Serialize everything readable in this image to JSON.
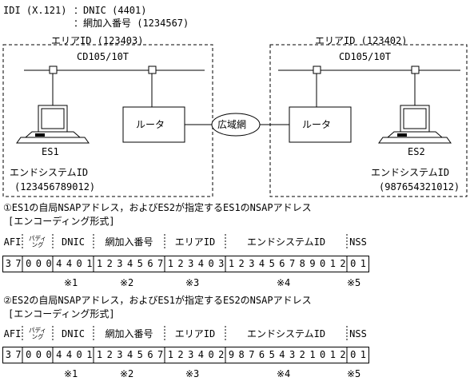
{
  "idi": {
    "label": "IDI (X.121)",
    "dnic_line": "：DNIC (4401)",
    "sub_line": "：網加入番号 (1234567)"
  },
  "left_area": {
    "title": "エリアID (123403)",
    "cable": "CD105/10T",
    "router": "ルータ",
    "host": "ES1",
    "es_label": "エンドシステムID",
    "es_value": "(123456789012)"
  },
  "right_area": {
    "title": "エリアID (123402)",
    "cable": "CD105/10T",
    "router": "ルータ",
    "host": "ES2",
    "es_label": "エンドシステムID",
    "es_value": "(987654321012)"
  },
  "wan": "広域網",
  "section1": {
    "heading": "①ES1の自局NSAPアドレス，およびES2が指定するES1のNSAPアドレス",
    "format": "[エンコーディング形式]",
    "digits": [
      "3",
      "7",
      "0",
      "0",
      "0",
      "4",
      "4",
      "0",
      "1",
      "1",
      "2",
      "3",
      "4",
      "5",
      "6",
      "7",
      "1",
      "2",
      "3",
      "4",
      "0",
      "3",
      "1",
      "2",
      "3",
      "4",
      "5",
      "6",
      "7",
      "8",
      "9",
      "0",
      "1",
      "2",
      "0",
      "1"
    ]
  },
  "section2": {
    "heading": "②ES2の自局NSAPアドレス，およびES1が指定するES2のNSAPアドレス",
    "format": "[エンコーディング形式]",
    "digits": [
      "3",
      "7",
      "0",
      "0",
      "0",
      "4",
      "4",
      "0",
      "1",
      "1",
      "2",
      "3",
      "4",
      "5",
      "6",
      "7",
      "1",
      "2",
      "3",
      "4",
      "0",
      "2",
      "9",
      "8",
      "7",
      "6",
      "5",
      "4",
      "3",
      "2",
      "1",
      "0",
      "1",
      "2",
      "0",
      "1"
    ]
  },
  "fields": {
    "afi": "AFI",
    "padding_top": "パディ",
    "padding_bottom": "ング",
    "dnic": "DNIC",
    "subscriber": "網加入番号",
    "area": "エリアID",
    "es": "エンドシステムID",
    "nss": "NSS"
  },
  "notes": [
    "※1",
    "※2",
    "※3",
    "※4",
    "※5"
  ]
}
